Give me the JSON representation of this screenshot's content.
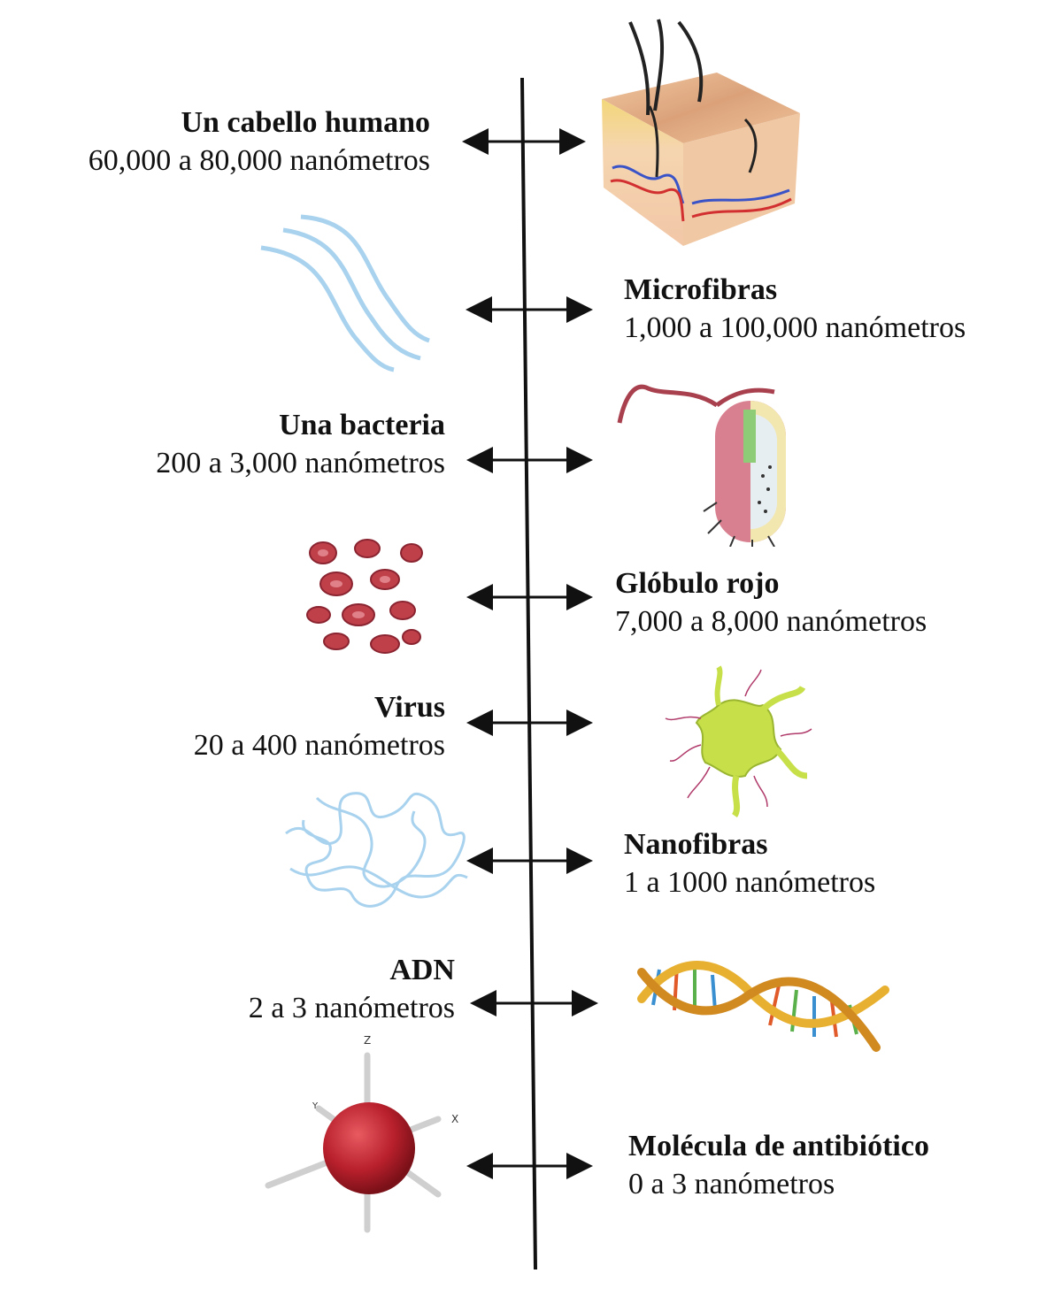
{
  "items": [
    {
      "name": "Un cabello humano",
      "range": "60,000 a 80,000 nanómetros",
      "side": "left",
      "icon": "skin-hair-icon"
    },
    {
      "name": "Microfibras",
      "range": "1,000 a 100,000 nanómetros",
      "side": "right",
      "icon": "microfiber-icon"
    },
    {
      "name": "Una bacteria",
      "range": "200 a 3,000 nanómetros",
      "side": "left",
      "icon": "bacterium-icon"
    },
    {
      "name": "Glóbulo rojo",
      "range": "7,000 a 8,000 nanómetros",
      "side": "right",
      "icon": "red-blood-cells-icon"
    },
    {
      "name": "Virus",
      "range": "20 a 400 nanómetros",
      "side": "left",
      "icon": "virus-icon"
    },
    {
      "name": "Nanofibras",
      "range": "1 a 1000 nanómetros",
      "side": "right",
      "icon": "nanofiber-icon"
    },
    {
      "name": "ADN",
      "range": "2 a 3 nanómetros",
      "side": "left",
      "icon": "dna-icon"
    },
    {
      "name": "Molécula de antibiótico",
      "range": "0 a 3 nanómetros",
      "side": "right",
      "icon": "molecule-icon"
    }
  ],
  "axis_labels": {
    "z": "Z",
    "y": "Y",
    "x": "X"
  },
  "colors": {
    "axis": "#111111",
    "fiber": "#a8d2ee",
    "blood": "#c0404a",
    "virus": "#c7e04a",
    "skin": "#e8b48c",
    "molecule": "#b8202c"
  }
}
